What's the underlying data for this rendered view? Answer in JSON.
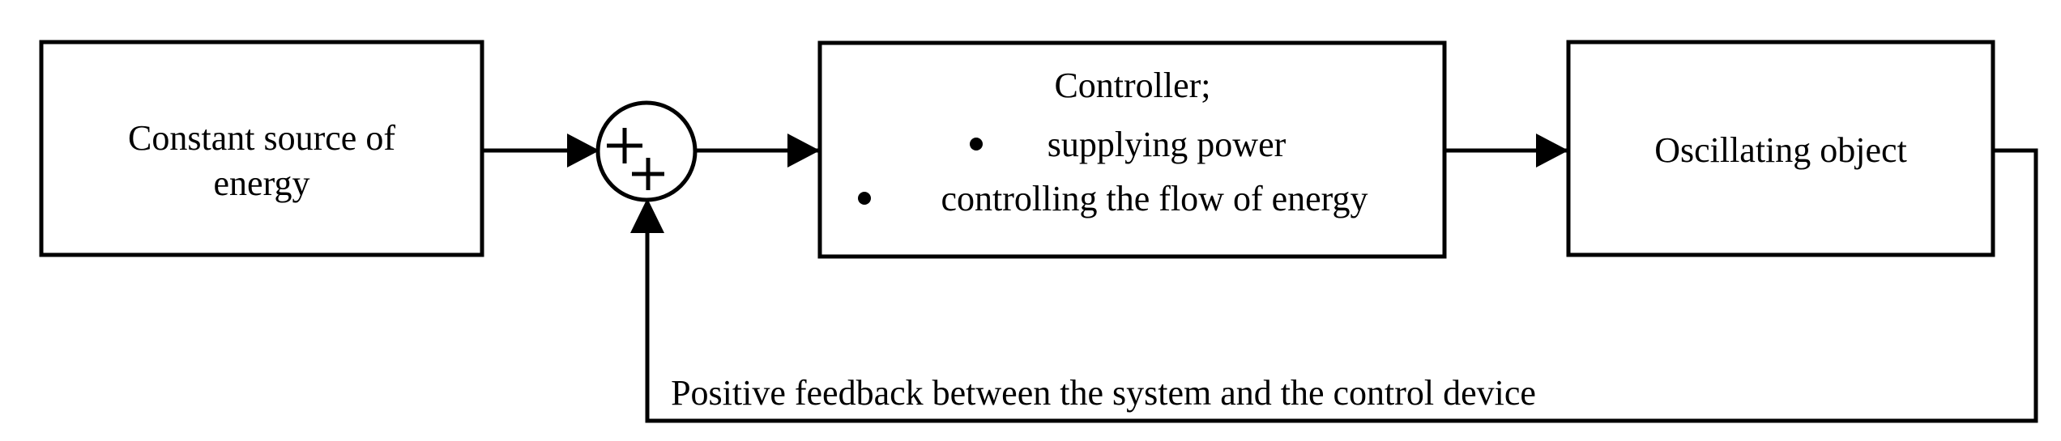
{
  "diagram": {
    "type": "block-diagram",
    "background_color": "#ffffff",
    "line_color": "#000000",
    "blocks": [
      {
        "id": "source",
        "label_line1": "Constant source of",
        "label_line2": "energy"
      },
      {
        "id": "controller",
        "title": "Controller;",
        "bullets": [
          "supplying power",
          "controlling the flow of energy"
        ]
      },
      {
        "id": "plant",
        "label": "Oscillating object"
      }
    ],
    "junction": {
      "id": "summing-junction",
      "sign_top": "+",
      "sign_bottom": "+"
    },
    "feedback": {
      "label": "Positive feedback between the system and the control device"
    }
  }
}
